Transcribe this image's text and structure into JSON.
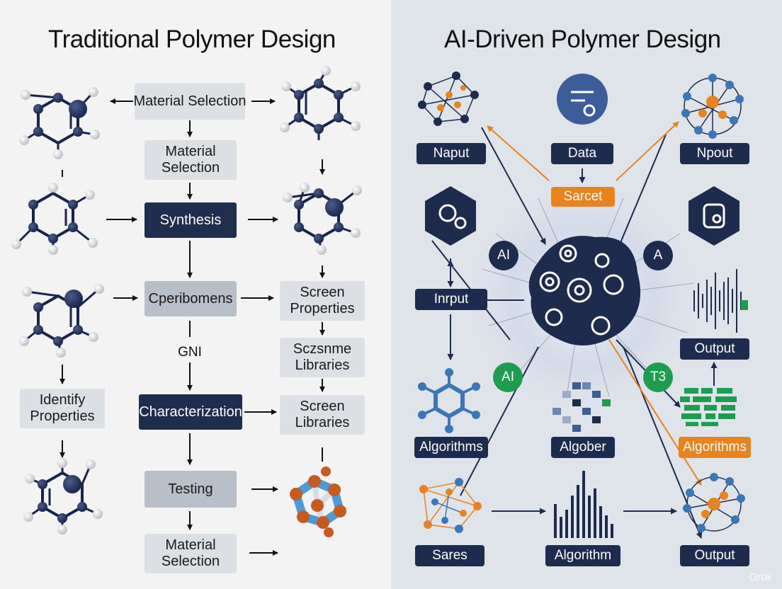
{
  "titles": {
    "traditional": "Traditional Polymer Design",
    "ai": "AI-Driven Polymer Design"
  },
  "traditional": {
    "material_selection_top": "Material Selection",
    "material_selection_2": "Material\nSelection",
    "synthesis": "Synthesis",
    "cperibomens": "Cperibomens",
    "screen_properties": "Screen\nProperties",
    "gni_label": "GNI",
    "sczsnme_libraries": "Sczsnme\nLibraries",
    "identify_properties": "Identify\nProperties",
    "characterization": "Characterization",
    "screen_libraries": "Screen\nLibraries",
    "testing": "Testing",
    "material_selection_bottom": "Material\nSelection"
  },
  "ai_driven": {
    "naput": "Naput",
    "data": "Data",
    "npout": "Npout",
    "sarcet": "Sarcet",
    "badge_ai_left": "AI",
    "badge_a_right": "A",
    "inrput": "Inrput",
    "output_mid": "Output",
    "badge_ai_green": "AI",
    "badge_t3": "T3",
    "algorithms_left": "Algorithms",
    "algober": "Algober",
    "algorithms_right": "Algorithms",
    "sares": "Sares",
    "algorithm": "Algorithm",
    "output_bottom": "Output"
  },
  "watermark": "Grok",
  "colors": {
    "navy": "#1d2b4c",
    "orange": "#e8831e",
    "green": "#1e9c4f",
    "blue": "#3b76b8",
    "gray_box": "#dcdfe3",
    "mid_gray_box": "#b9bfc8"
  }
}
